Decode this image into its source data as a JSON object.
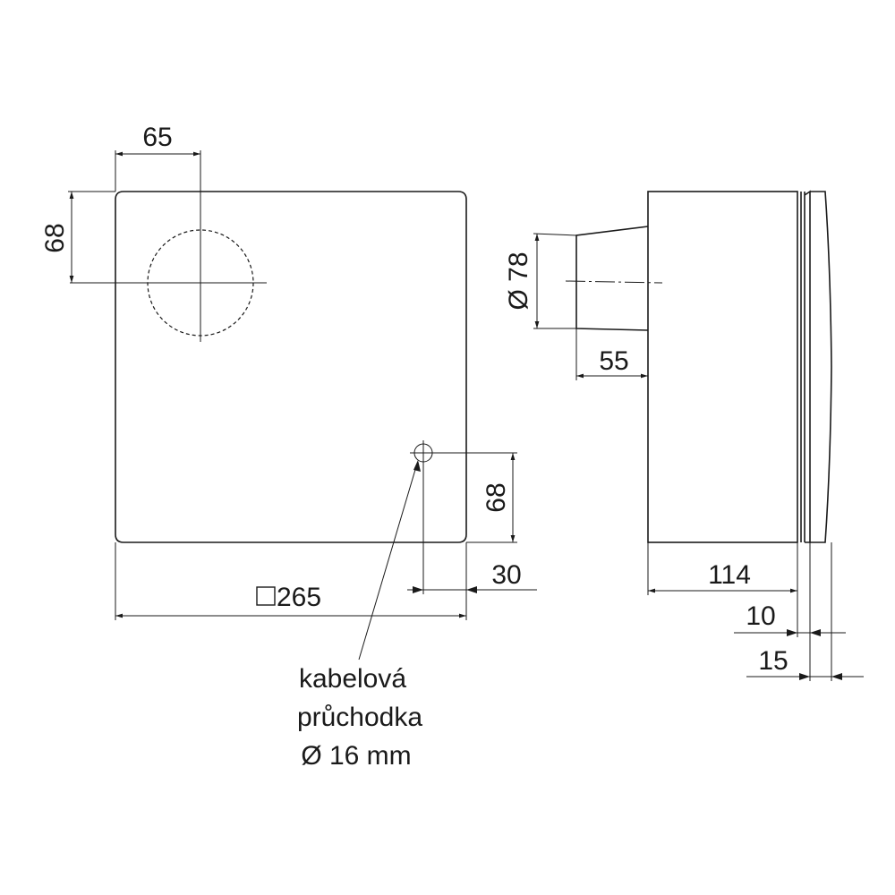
{
  "front_view": {
    "dim_hole_offset_x": "65",
    "dim_hole_offset_y": "68",
    "dim_gland_offset_y": "68",
    "dim_gland_offset_x": "30",
    "dim_square_size": "265",
    "square_symbol": "square-symbol"
  },
  "side_view": {
    "dim_diameter": "Ø 78",
    "dim_spigot_length": "55",
    "dim_depth": "114",
    "dim_front_panel": "10",
    "dim_total_front": "15"
  },
  "note": {
    "line1": "kabelová",
    "line2": "průchodka",
    "line3": "Ø 16 mm"
  }
}
